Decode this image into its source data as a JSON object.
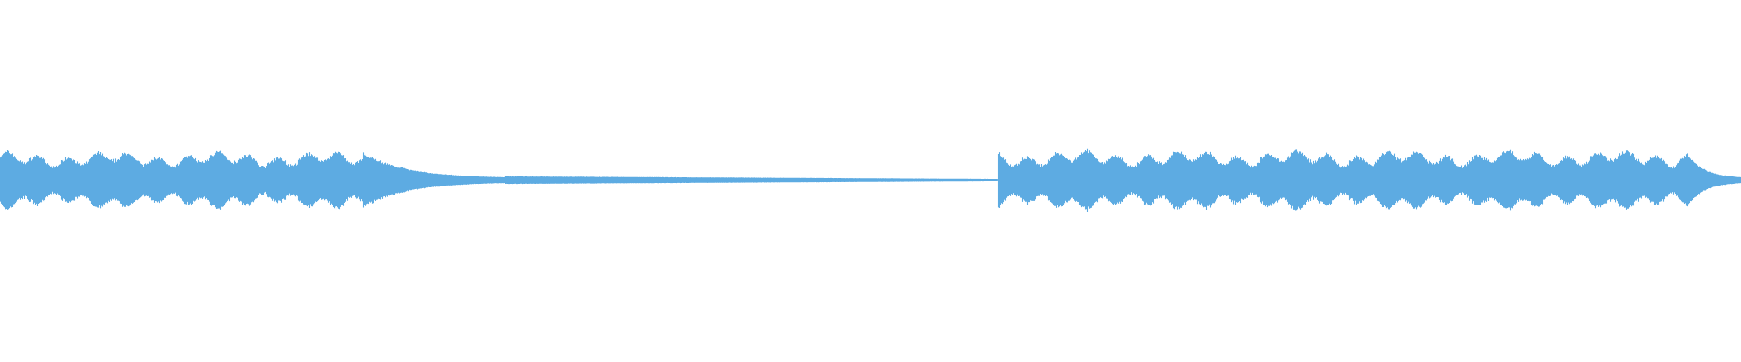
{
  "waveform": {
    "color": "#5dabe2",
    "background": "#ffffff",
    "envelope": [
      {
        "start": 0.0,
        "end": 0.208,
        "level": 0.75,
        "shape": "loud"
      },
      {
        "start": 0.208,
        "end": 0.29,
        "level": 0.75,
        "shape": "decay"
      },
      {
        "start": 0.29,
        "end": 0.573,
        "level": 0.02,
        "shape": "silence"
      },
      {
        "start": 0.573,
        "end": 0.968,
        "level": 0.78,
        "shape": "loud"
      },
      {
        "start": 0.968,
        "end": 1.0,
        "level": 0.78,
        "shape": "decay"
      }
    ]
  }
}
